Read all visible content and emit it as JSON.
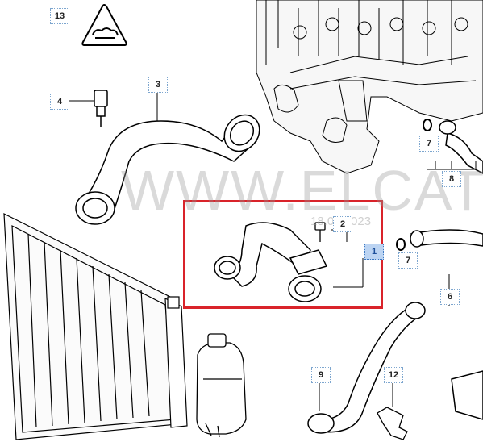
{
  "watermark": {
    "text": "WWW.ELCATS",
    "date": "18.01.2023"
  },
  "callouts": [
    {
      "id": "c13",
      "label": "13",
      "selected": false
    },
    {
      "id": "c4",
      "label": "4",
      "selected": false
    },
    {
      "id": "c3",
      "label": "3",
      "selected": false
    },
    {
      "id": "c7a",
      "label": "7",
      "selected": false
    },
    {
      "id": "c8",
      "label": "8",
      "selected": false
    },
    {
      "id": "c2",
      "label": "2",
      "selected": false
    },
    {
      "id": "c1",
      "label": "1",
      "selected": true
    },
    {
      "id": "c7b",
      "label": "7",
      "selected": false
    },
    {
      "id": "c6",
      "label": "6",
      "selected": false
    },
    {
      "id": "c9",
      "label": "9",
      "selected": false
    },
    {
      "id": "c12",
      "label": "12",
      "selected": false
    }
  ],
  "colors": {
    "highlight": "#d9232a",
    "selected_callout": "#bcd4f2",
    "line": "#000000"
  }
}
